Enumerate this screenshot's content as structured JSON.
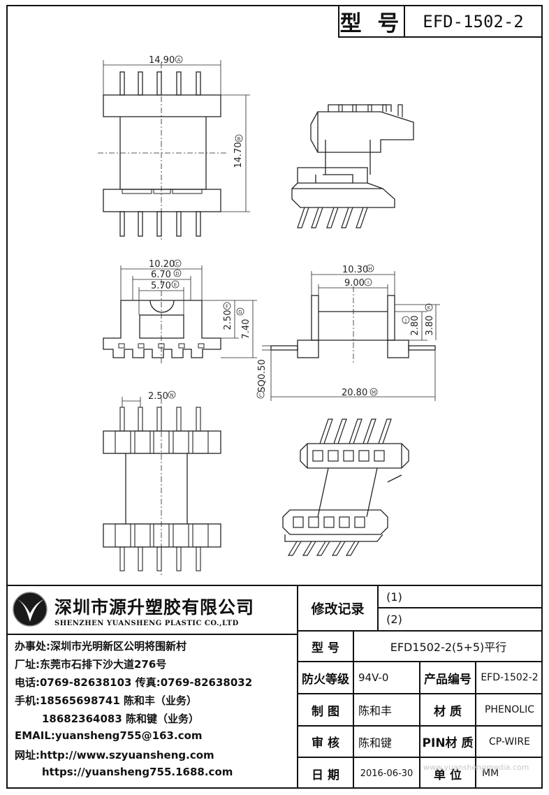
{
  "header": {
    "type_label": "型 号",
    "model": "EFD-1502-2"
  },
  "dimensions": {
    "A": {
      "value": "14.90",
      "mark": "A"
    },
    "B": {
      "value": "14.70",
      "mark": "B"
    },
    "C": {
      "value": "10.20",
      "mark": "C"
    },
    "D": {
      "value": "6.70",
      "mark": "D"
    },
    "E": {
      "value": "5.70",
      "mark": "E"
    },
    "F": {
      "value": "2.50",
      "mark": "F"
    },
    "G": {
      "value": "7.40",
      "mark": "G"
    },
    "H": {
      "value": "10.30",
      "mark": "H"
    },
    "I": {
      "value": "9.00",
      "mark": "I"
    },
    "J": {
      "value": "2.80",
      "mark": "J"
    },
    "K": {
      "value": "3.80",
      "mark": "K"
    },
    "L": {
      "value": "SQ0.50",
      "mark": "L"
    },
    "M": {
      "value": "20.80",
      "mark": "M"
    },
    "N": {
      "value": "2.50",
      "mark": "N"
    }
  },
  "company": {
    "name_cn": "深圳市源升塑胶有限公司",
    "name_en": "SHENZHEN YUANSHENG PLASTIC CO.,LTD",
    "office": "办事处:深圳市光明新区公明将围新村",
    "factory": "厂址:东莞市石排下沙大道276号",
    "tel_fax": "电话:0769-82638103 传真:0769-82638032",
    "mobile1": "手机:18565698741 陈和丰（业务）",
    "mobile2": "18682364083 陈和键（业务）",
    "email": "EMAIL:yuansheng755@163.com",
    "website": "网址:http://www.szyuansheng.com",
    "shop": "https://yuansheng755.1688.com"
  },
  "revision": {
    "label": "修改记录",
    "rows": [
      "(1)",
      "(2)"
    ]
  },
  "spec": {
    "model_label": "型 号",
    "model_value": "EFD1502-2(5+5)平行",
    "fire_label": "防火等级",
    "fire_value": "94V-0",
    "product_no_label": "产品编号",
    "product_no_value": "EFD-1502-2",
    "drawn_label": "制 图",
    "drawn_value": "陈和丰",
    "material_label": "材 质",
    "material_value": "PHENOLIC",
    "checked_label": "审 核",
    "checked_value": "陈和键",
    "pin_label": "PIN材 质",
    "pin_value": "CP-WIRE",
    "date_label": "日 期",
    "date_value": "2016-06-30",
    "unit_label": "单 位",
    "unit_value": "MM"
  },
  "watermark": "www.yuanshengmedia.com"
}
